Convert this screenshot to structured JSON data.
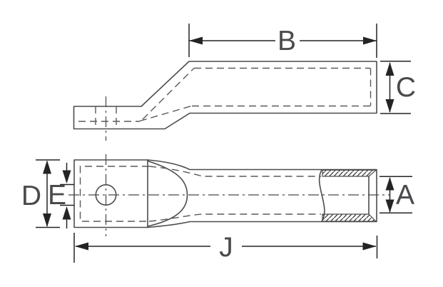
{
  "drawing": {
    "type": "technical-drawing",
    "dimension_labels": {
      "barrel_length": "B",
      "barrel_height": "C",
      "palm_width": "D",
      "hole_diameter": "E",
      "bore_diameter": "A",
      "overall_length": "J"
    },
    "colors": {
      "background": "#ffffff",
      "outline": "#4c4c4e",
      "hidden_line": "#5a5a5c",
      "center_line": "#48484a",
      "dimension_line": "#242426",
      "label_text": "#4a4a4d"
    }
  }
}
